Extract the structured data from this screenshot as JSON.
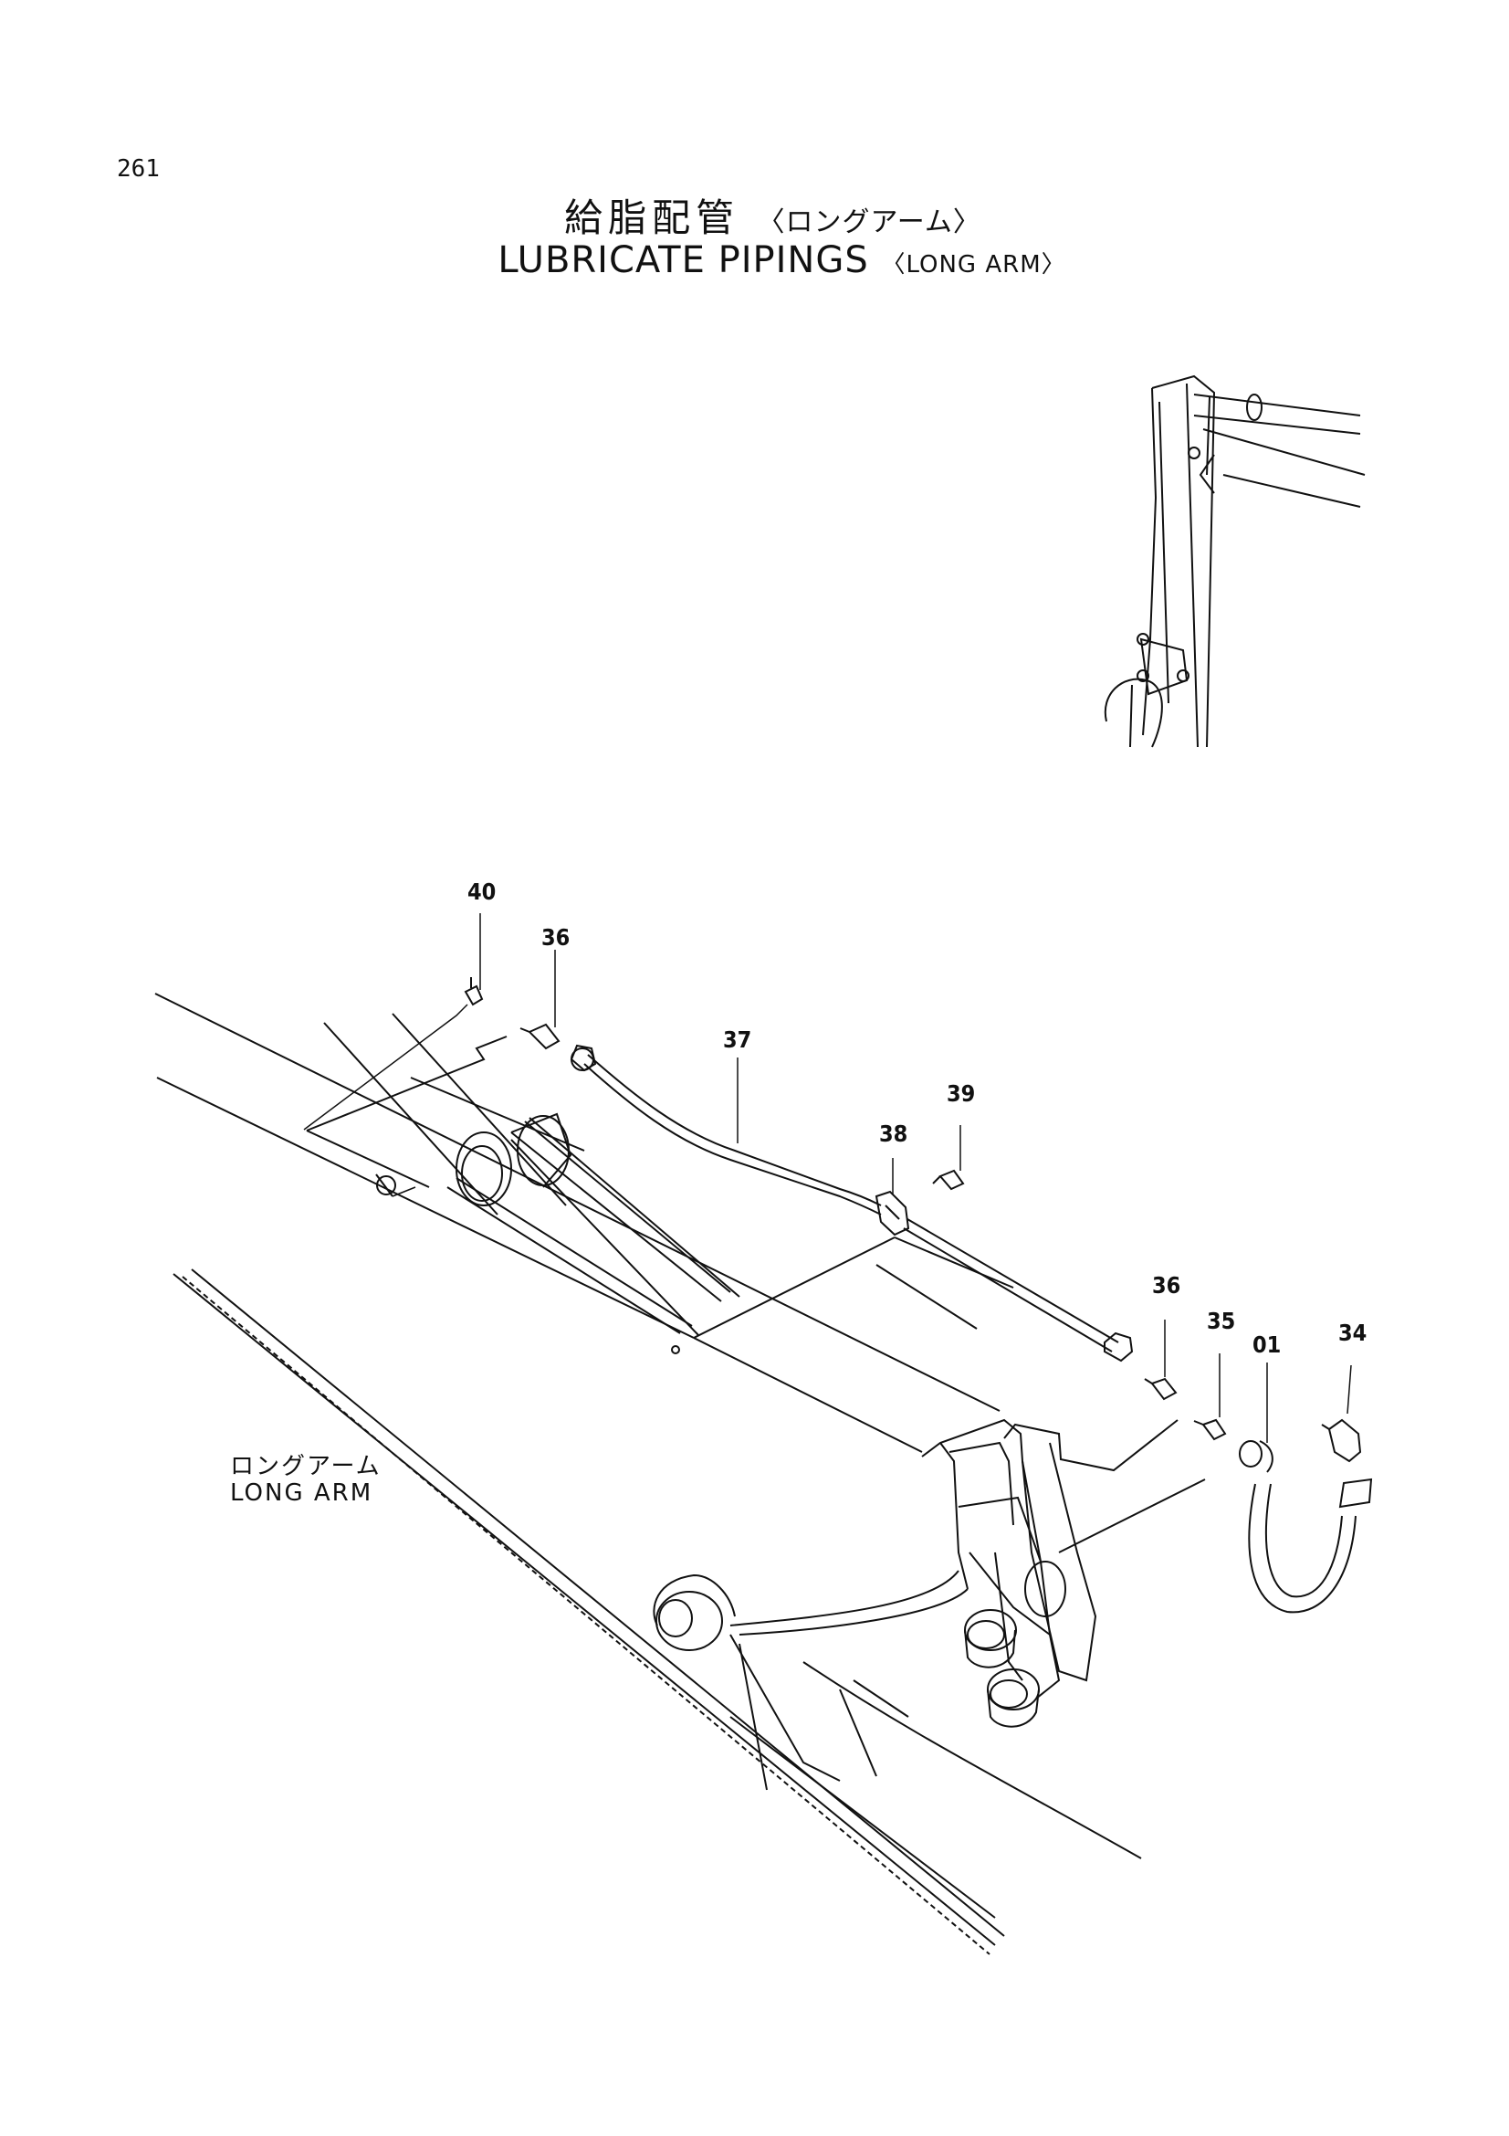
{
  "page": {
    "number": "261"
  },
  "title": {
    "japanese": "給脂配管",
    "japanese_sub": "〈ロングアーム〉",
    "english": "LUBRICATE PIPINGS",
    "english_sub": "〈LONG ARM〉"
  },
  "callouts": [
    {
      "id": "40",
      "label": "40"
    },
    {
      "id": "36a",
      "label": "36"
    },
    {
      "id": "37",
      "label": "37"
    },
    {
      "id": "39",
      "label": "39"
    },
    {
      "id": "38",
      "label": "38"
    },
    {
      "id": "36b",
      "label": "36"
    },
    {
      "id": "35",
      "label": "35"
    },
    {
      "id": "01",
      "label": "01"
    },
    {
      "id": "34",
      "label": "34"
    }
  ],
  "arm_label": {
    "japanese": "ロングアーム",
    "english": "LONG ARM"
  }
}
